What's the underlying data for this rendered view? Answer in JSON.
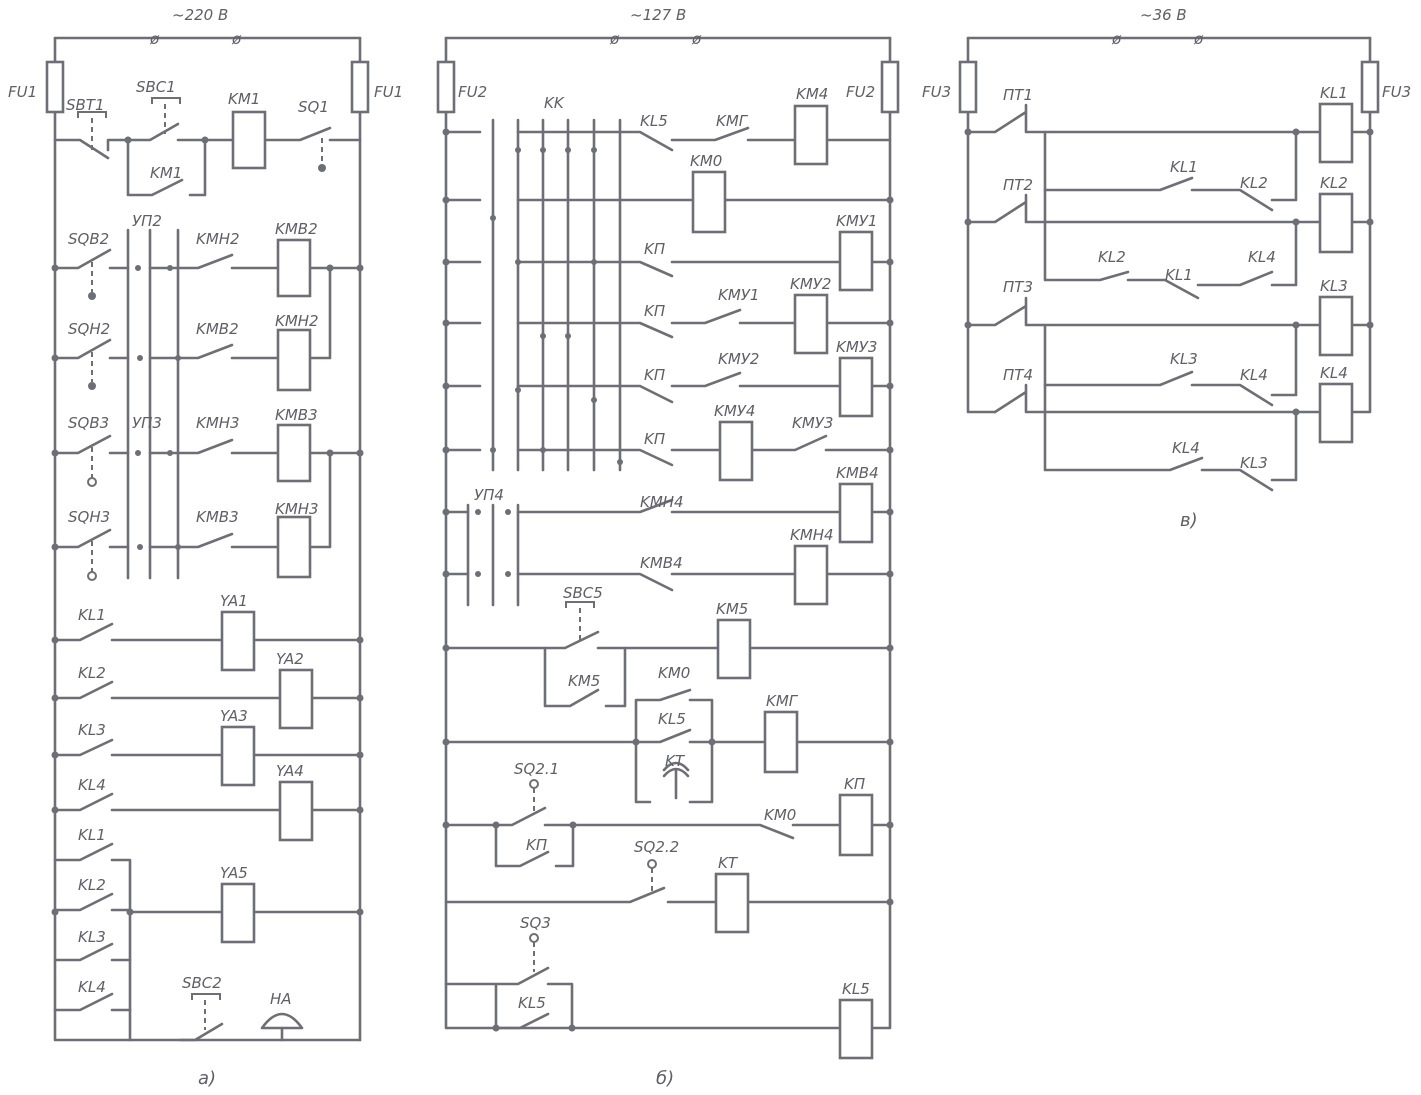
{
  "diagram": {
    "panel_a": {
      "voltage": "~220 В",
      "caption": "а)",
      "phase_mark": "ø",
      "labels": {
        "fu1_left": "FU1",
        "fu1_right": "FU1",
        "sbt1": "SBT1",
        "sbc1": "SBC1",
        "km1_coil": "KM1",
        "sq1": "SQ1",
        "km1_contact": "KM1",
        "sqb2": "SQB2",
        "up2": "УП2",
        "kmn2_contact": "KMН2",
        "kmb2_coil": "KMB2",
        "sqn2": "SQН2",
        "kmb2_contact": "KMB2",
        "kmn2_coil": "KMН2",
        "sqb3": "SQB3",
        "up3": "УП3",
        "kmn3_contact": "KMН3",
        "kmb3_coil": "KMB3",
        "sqn3": "SQН3",
        "kmb3_contact": "KMB3",
        "kmn3_coil": "KMН3",
        "kl1_a": "KL1",
        "ya1": "YA1",
        "kl2_a": "KL2",
        "ya2": "YA2",
        "kl3_a": "KL3",
        "ya3": "YA3",
        "kl4_a": "KL4",
        "ya4": "YA4",
        "kl1_b": "KL1",
        "kl2_b": "KL2",
        "ya5": "YA5",
        "kl3_b": "KL3",
        "kl4_b": "KL4",
        "sbc2": "SBC2",
        "ha": "HA"
      }
    },
    "panel_b": {
      "voltage": "~127 В",
      "caption": "б)",
      "phase_mark": "ø",
      "labels": {
        "fu2_left": "FU2",
        "fu2_right": "FU2",
        "kk": "KK",
        "kl5_top": "KL5",
        "kmg_top": "KMГ",
        "km4": "KM4",
        "km0_coil": "KM0",
        "kp1": "KП",
        "kmu1_coil": "KMУ1",
        "kp2": "KП",
        "kmu1_contact": "KMУ1",
        "kmu2_coil": "KMУ2",
        "kp3": "KП",
        "kmu2_contact": "KMУ2",
        "kmu3_coil": "KMУ3",
        "kp4": "KП",
        "kmu4_coil": "KMУ4",
        "kmu3_contact": "KMУ3",
        "up4": "УП4",
        "kmn4_contact": "KMН4",
        "kmb4_coil": "KMB4",
        "kmb4_contact": "KMB4",
        "kmn4_coil": "KMН4",
        "sbc5": "SBC5",
        "km5_coil": "KM5",
        "km5_contact": "KM5",
        "km0_contact": "KM0",
        "kl5_mid": "KL5",
        "kmg_coil": "KMГ",
        "kt_contact": "KT",
        "sq2_1": "SQ2.1",
        "kp_contact": "KП",
        "km0_contact2": "KM0",
        "kp_coil": "KП",
        "sq2_2": "SQ2.2",
        "kt_coil": "KT",
        "sq3": "SQ3",
        "kl5_contact": "KL5",
        "kl5_coil": "KL5"
      }
    },
    "panel_c": {
      "voltage": "~36 В",
      "caption": "в)",
      "phase_mark": "ø",
      "labels": {
        "fu3_left": "FU3",
        "fu3_right": "FU3",
        "pt1": "ПТ1",
        "kl1_coil": "KL1",
        "pt2": "ПТ2",
        "kl1_c1": "KL1",
        "kl2_c1": "KL2",
        "kl2_coil": "KL2",
        "kl2_c2": "KL2",
        "kl1_c2": "KL1",
        "kl4_c1": "KL4",
        "pt3": "ПТ3",
        "kl3_coil": "KL3",
        "pt4": "ПТ4",
        "kl3_c1": "KL3",
        "kl4_c2": "KL4",
        "kl4_coil": "KL4",
        "kl4_c3": "KL4",
        "kl3_c2": "KL3"
      }
    }
  }
}
